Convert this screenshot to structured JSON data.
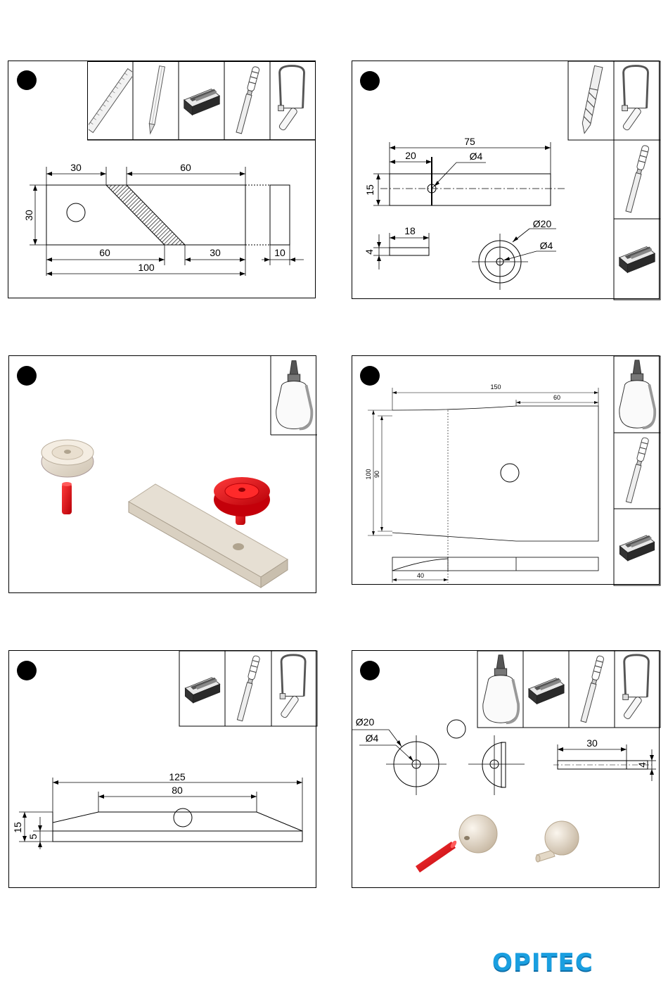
{
  "brand": {
    "logo_text": "OPITEC",
    "color": "#1a9fe0"
  },
  "step1": {
    "tools": [
      "ruler-icon",
      "pencil-icon",
      "sanding-block-icon",
      "file-icon",
      "fretsaw-icon"
    ],
    "dims": {
      "top_left": "30",
      "top_right": "60",
      "height": "30",
      "bottom_left": "60",
      "bottom_right": "30",
      "total": "100",
      "thickness": "10"
    }
  },
  "step2": {
    "tools": [
      "drill-bit-icon",
      "fretsaw-icon",
      "file-icon",
      "sanding-block-icon"
    ],
    "dims": {
      "length": "75",
      "offset": "20",
      "hole": "Ø4",
      "height": "15",
      "rod_length": "18",
      "rod_dia": "4",
      "disc_outer": "Ø20",
      "disc_inner": "Ø4"
    }
  },
  "step3": {
    "tools": [
      "glue-bottle-icon"
    ],
    "part_color": "#e8141c"
  },
  "step4": {
    "tools": [
      "glue-bottle-icon",
      "file-icon",
      "sanding-block-icon"
    ],
    "dims": {
      "width": "150",
      "partial": "60",
      "outer_h": "100",
      "inner_h": "90",
      "bottom": "40"
    }
  },
  "step5": {
    "tools": [
      "sanding-block-icon",
      "file-icon",
      "fretsaw-icon"
    ],
    "dims": {
      "top": "125",
      "inner": "80",
      "height": "15",
      "end": "5"
    }
  },
  "step6": {
    "tools": [
      "glue-bottle-icon",
      "sanding-block-icon",
      "file-icon",
      "fretsaw-icon"
    ],
    "dims": {
      "disc": "Ø20",
      "hole": "Ø4",
      "rod_length": "30",
      "rod_dia": "4"
    }
  }
}
